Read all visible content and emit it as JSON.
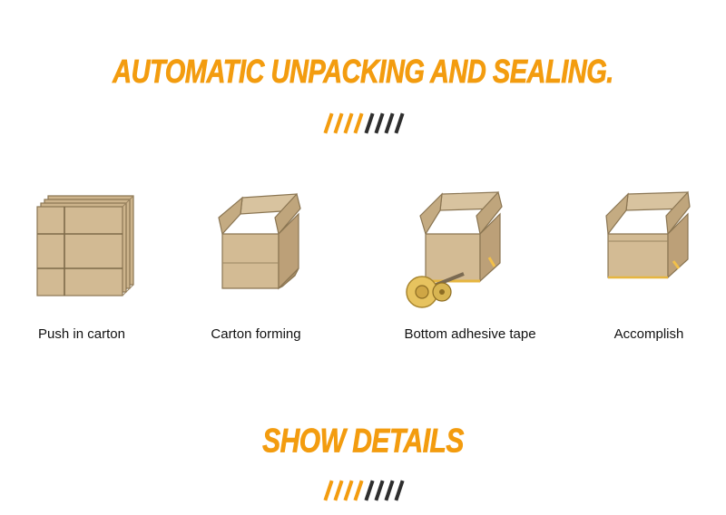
{
  "colors": {
    "accent": "#f39c0f",
    "dark": "#2e2e2e",
    "carton": "#c9b18a",
    "carton_edge": "#8a7552"
  },
  "section_title": "AUTOMATIC UNPACKING AND SEALING.",
  "details_title": "SHOW DETAILS",
  "steps": [
    {
      "label": "Push in carton",
      "icon": "flat-carton-stack-icon"
    },
    {
      "label": "Carton forming",
      "icon": "open-box-icon"
    },
    {
      "label": "Bottom adhesive tape",
      "icon": "box-tape-roller-icon"
    },
    {
      "label": "Accomplish",
      "icon": "sealed-box-icon"
    }
  ]
}
